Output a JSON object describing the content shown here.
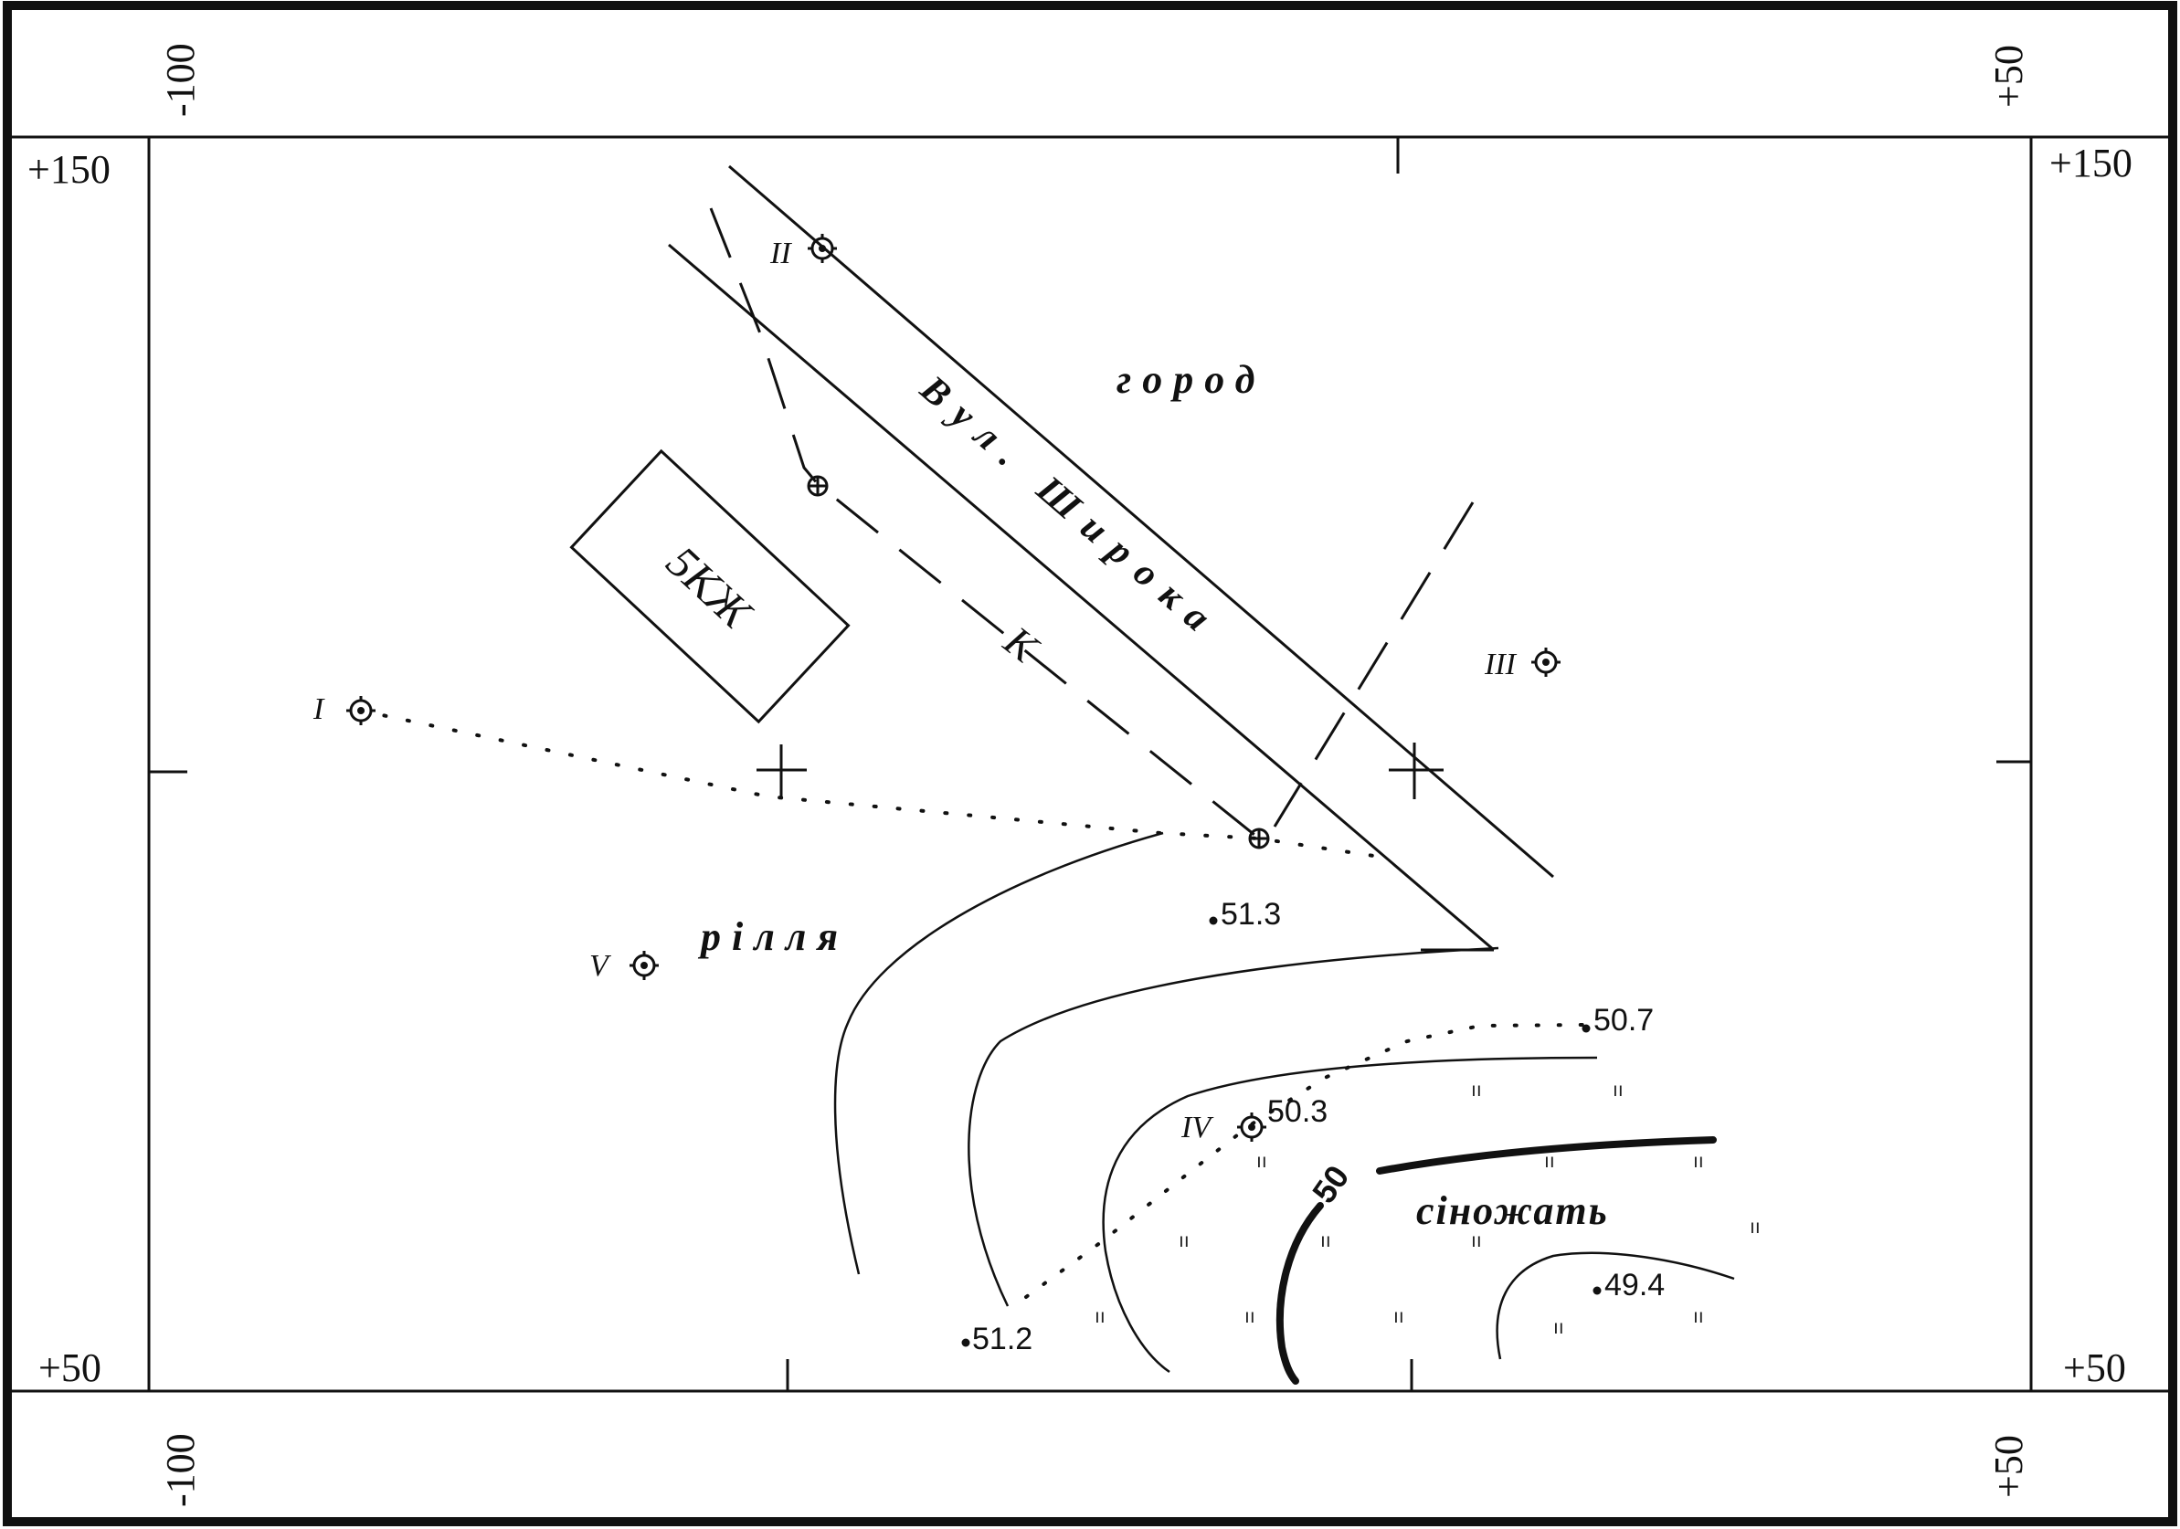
{
  "map": {
    "frame_coords": {
      "top_left": "-100",
      "top_right": "+50",
      "bottom_left": "-100",
      "bottom_right": "+50",
      "left_top": "+150",
      "left_bottom": "+50",
      "right_top": "+150",
      "right_bottom": "+50"
    },
    "stations": {
      "I": "I",
      "II": "II",
      "III": "III",
      "IV": "IV",
      "V": "V"
    },
    "elevations": {
      "e513": "51.3",
      "e507": "50.7",
      "e503": "50.3",
      "e512": "51.2",
      "e494": "49.4"
    },
    "contour_label": "50",
    "land_labels": {
      "garden": "город",
      "arable": "рілля",
      "meadow": "сіножать"
    },
    "street_name": "Вул. Широка",
    "building": "5КЖ",
    "line_k": "К",
    "meadow_symbol": "ıı",
    "colors": {
      "ink": "#111111",
      "paper": "#ffffff"
    }
  }
}
